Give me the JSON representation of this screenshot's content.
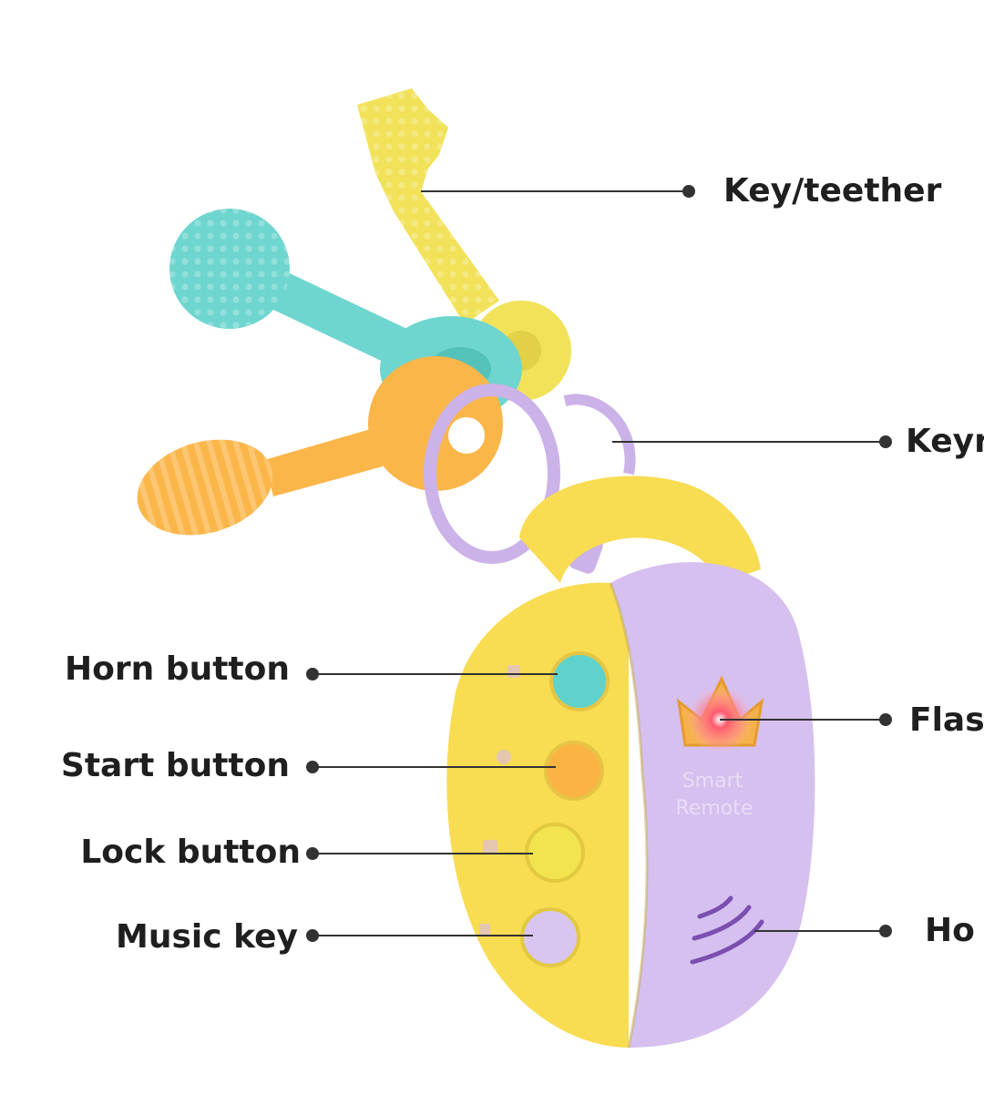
{
  "labels": {
    "key_teether": "Key/teether",
    "keyring": "Keyr",
    "flash": "Flas",
    "horn_speaker": "Ho",
    "horn_button": "Horn button",
    "start_button": "Start button",
    "lock_button": "Lock button",
    "music_key": "Music key"
  },
  "remote": {
    "brand_line1": "Smart",
    "brand_line2": "Remote"
  },
  "colors": {
    "yellow_key": "#f2e25a",
    "teal_key": "#6fd6cf",
    "orange_key": "#fbb64a",
    "lilac": "#cbb2e8",
    "remote_yellow": "#f8dc52",
    "remote_lilac": "#d6c0ef",
    "horn_btn": "#5fd2cc",
    "start_btn": "#fbb444",
    "lock_btn": "#f2e44e",
    "music_btn": "#d9c6f0",
    "crown": "#f5b24a",
    "text": "#1f1f1f"
  }
}
